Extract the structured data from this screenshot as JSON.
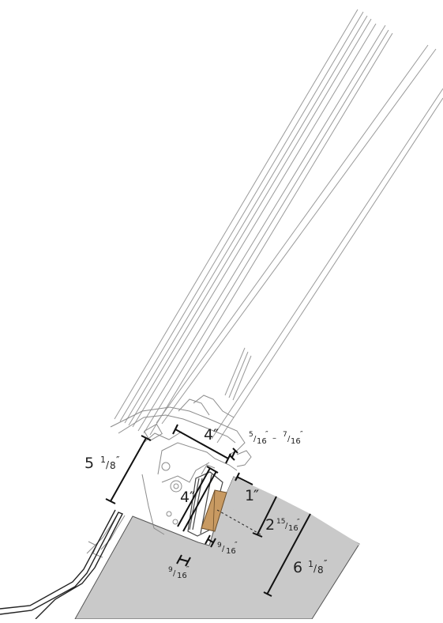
{
  "colors": {
    "fill_gray": "#c9c9c9",
    "frame_line": "#999999",
    "wood": "#c89a62",
    "ink": "#111111"
  },
  "dimensions": {
    "d_5_1_8": {
      "whole": "5",
      "num": "1",
      "den": "8",
      "unit": "″"
    },
    "d_4_top": {
      "whole": "4",
      "unit": "″"
    },
    "d_5_7_16": {
      "num1": "5",
      "den1": "16",
      "sep": "–",
      "num2": "7",
      "den2": "16",
      "unit": "″"
    },
    "d_4_side": {
      "whole": "4",
      "unit": "″"
    },
    "d_1": {
      "whole": "1",
      "unit": "″"
    },
    "d_2_15_16": {
      "whole": "2",
      "num": "15",
      "den": "16",
      "unit": "″"
    },
    "d_9_16_a": {
      "num": "9",
      "den": "16",
      "unit": "″"
    },
    "d_9_16_b": {
      "num": "9",
      "den": "16",
      "unit": "″"
    },
    "d_6_1_8": {
      "whole": "6",
      "num": "1",
      "den": "8",
      "unit": "″"
    }
  }
}
